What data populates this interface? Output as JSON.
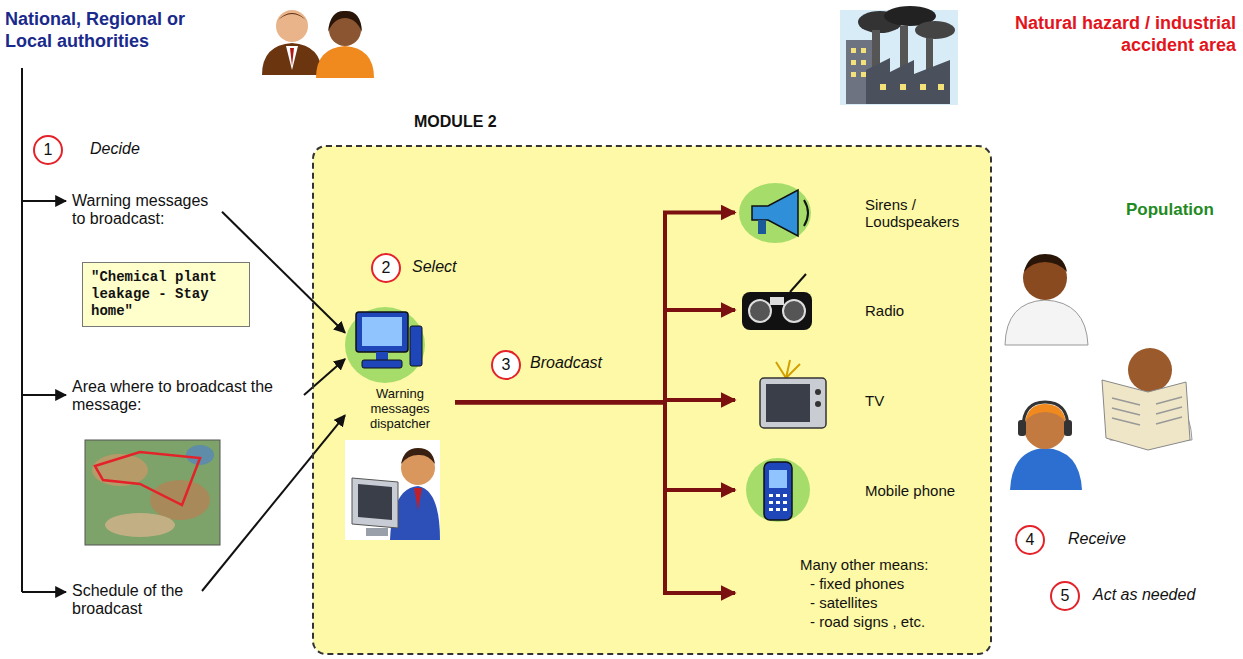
{
  "diagram": {
    "nodes": [
      {
        "text": [
          "Warning messages to broadcast:"
        ]
      },
      {
        "text": [
          "\"Chemical plant leakage - Stay home\""
        ]
      },
      {
        "text": [
          "Area where to broadcast the message:"
        ]
      },
      {
        "text": [
          "Schedule of the broadcast"
        ]
      },
      {
        "text": [
          "MODULE 2"
        ]
      },
      {
        "text": [
          "Warning messages dispatcher"
        ],
        "in": 4
      },
      {
        "text": [
          "Sirens / Loudspeakers"
        ],
        "in": 4
      },
      {
        "text": [
          "Radio"
        ],
        "in": 4
      },
      {
        "text": [
          "TV"
        ],
        "in": 4
      },
      {
        "text": [
          "Mobile phone"
        ],
        "in": 4
      },
      {
        "text": [
          "Many other means:",
          "- fixed phones",
          "- satellites",
          "- road signs , etc."
        ],
        "in": 4
      }
    ],
    "edges": [
      {
        "from": 0,
        "to": 5,
        "arrow": "to"
      },
      {
        "from": 2,
        "to": 5,
        "arrow": "to"
      },
      {
        "from": 3,
        "to": 5,
        "arrow": "to"
      },
      {
        "from": 5,
        "to": 6,
        "arrow": "to"
      },
      {
        "from": 5,
        "to": 7,
        "arrow": "to"
      },
      {
        "from": 5,
        "to": 8,
        "arrow": "to"
      },
      {
        "from": 5,
        "to": 9,
        "arrow": "to"
      },
      {
        "from": 5,
        "to": 10,
        "arrow": "to"
      }
    ],
    "labels": [
      "National, Regional or Local authorities",
      "1",
      "Decide",
      "2",
      "Select",
      "3",
      "Broadcast",
      "Natural hazard / industrial accident area",
      "Population",
      "4",
      "Receive",
      "5",
      "Act as needed"
    ]
  }
}
